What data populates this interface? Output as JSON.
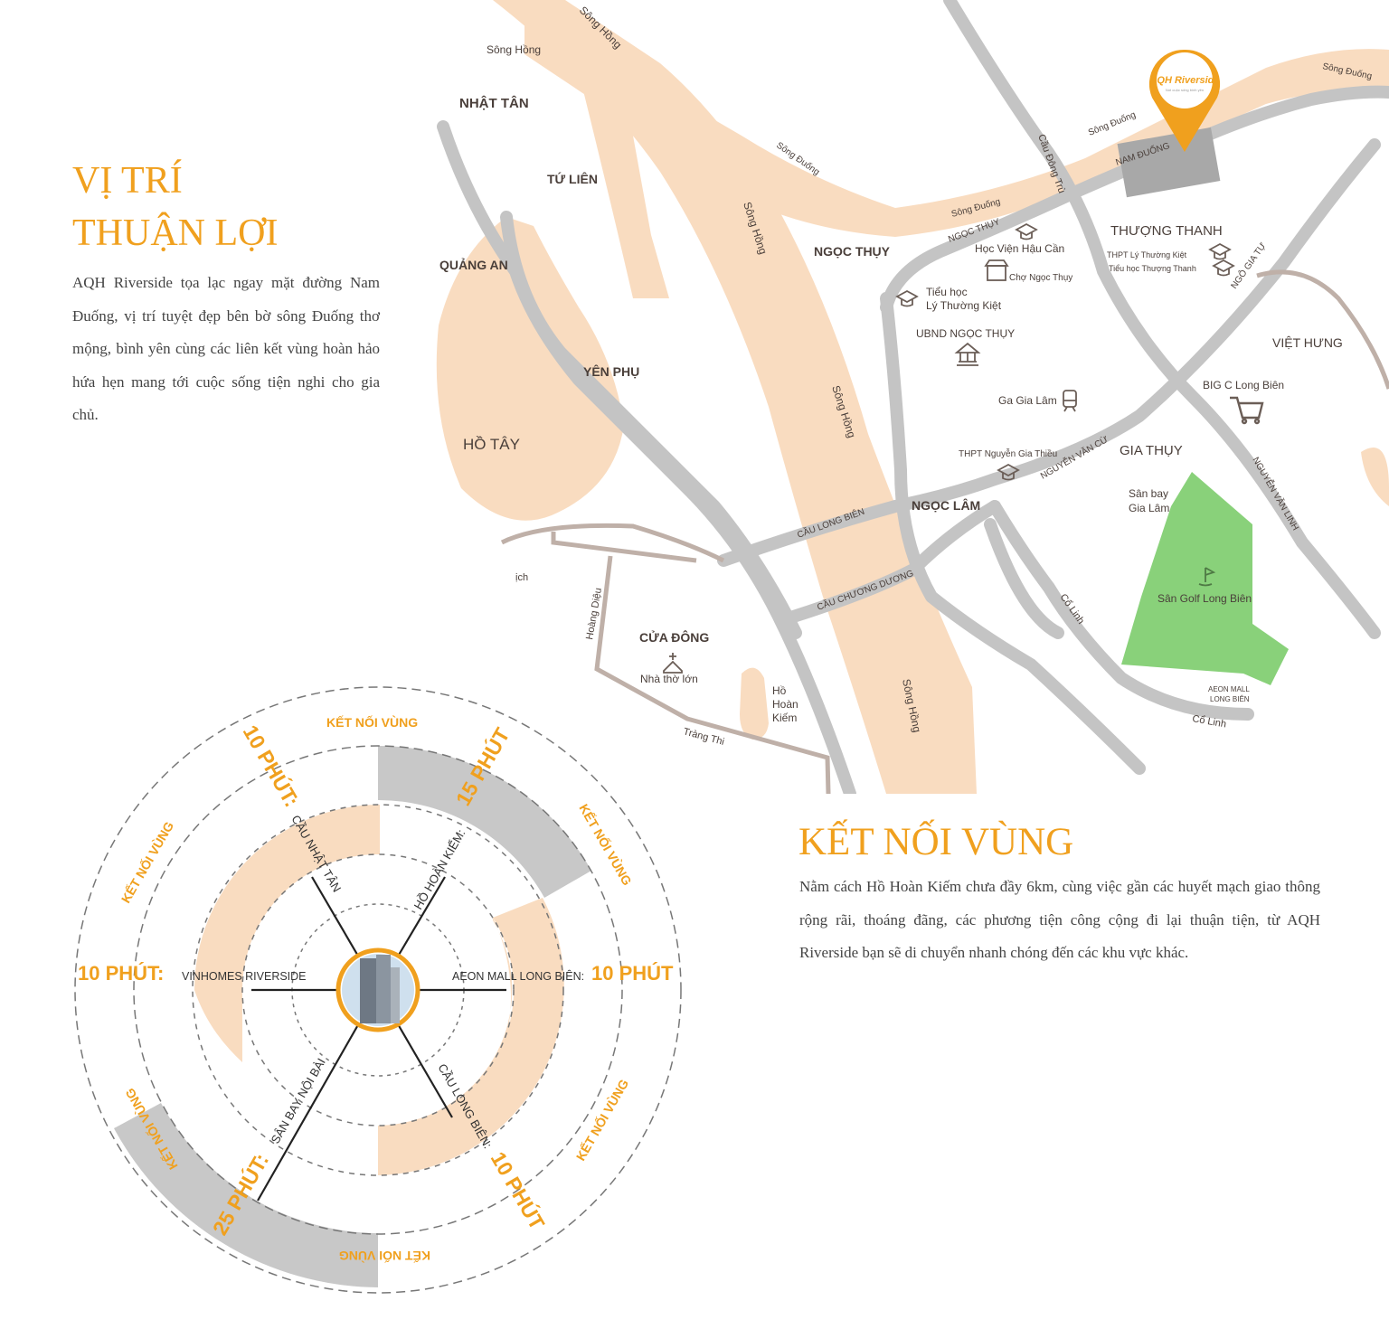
{
  "location": {
    "title_line1": "VỊ TRÍ",
    "title_line2": "THUẬN LỢI",
    "paragraph": "AQH Riverside tọa lạc ngay mặt đường Nam Đuống, vị trí tuyệt đẹp bên bờ sông Đuống thơ mộng, bình yên cùng các liên kết vùng hoàn hảo hứa hẹn mang tới cuộc sống tiện nghi cho gia chủ."
  },
  "connection": {
    "title": "KẾT NỐI VÙNG",
    "paragraph": "Nằm cách Hồ Hoàn Kiếm chưa đầy 6km, cùng việc gần các huyết mạch giao thông rộng rãi, thoáng đãng, các phương tiện công cộng đi lại thuận tiện, từ AQH Riverside bạn sẽ di chuyển nhanh chóng đến các khu vực khác."
  },
  "marker": {
    "brand": "AQH Riverside",
    "tagline": "Nơi cuộc sống bình yên"
  },
  "colors": {
    "accent": "#f0a01e",
    "river": "#f9dcc0",
    "road": "#c4c4c4",
    "golf": "#89d17a",
    "rail": "#bfb0a8"
  },
  "map": {
    "areas": {
      "nhat_tan": "NHẬT TÂN",
      "tu_lien": "TỨ LIÊN",
      "quang_an": "QUẢNG AN",
      "yen_phu": "YÊN PHỤ",
      "ho_tay": "HỒ TÂY",
      "cua_dong": "CỬA ĐÔNG",
      "ngoc_thuy": "NGỌC THỤY",
      "thuong_thanh": "THƯỢNG THANH",
      "viet_hung": "VIỆT HƯNG",
      "gia_thuy": "GIA THỤY",
      "ngoc_lam": "NGỌC LÂM"
    },
    "rivers": {
      "song_hong": "Sông Hồng",
      "song_duong": "Sông Đuống"
    },
    "roads": {
      "nam_duong": "NAM ĐUỐNG",
      "ngoc_thuy": "NGỌC THỤY",
      "cau_dong_tru": "Cầu Đông Trù",
      "ngo_gia_tu": "NGÔ GIA TỰ",
      "nguyen_van_cu": "NGUYỄN VĂN CỪ",
      "nguyen_van_linh": "NGUYỄN VĂN LINH",
      "cau_long_bien": "CẦU LONG BIÊN",
      "cau_chuong_duong": "CẦU CHƯƠNG DƯƠNG",
      "co_linh": "Cổ Linh",
      "hoang_dieu": "Hoàng Diệu",
      "trang_thi": "Tràng Thi",
      "ich": "ịch"
    },
    "pois": {
      "hv_hau_can": "Học Viện Hậu Cần",
      "cho_ngoc_thuy": "Chợ Ngọc Thụy",
      "th_ly_thuong_kiet_1": "Tiểu học",
      "th_ly_thuong_kiet_2": "Lý Thường Kiệt",
      "thpt_ly_thuong_kiet": "THPT Lý Thường Kiệt",
      "th_thuong_thanh": "Tiểu học Thượng Thanh",
      "ubnd": "UBND NGỌC THỤY",
      "ga_gia_lam": "Ga Gia Lâm",
      "big_c": "BIG C Long Biên",
      "thpt_ngt": "THPT Nguyễn Gia Thiều",
      "san_bay_1": "Sân bay",
      "san_bay_2": "Gia Lâm",
      "golf": "Sân Golf Long Biên",
      "aeon_1": "AEON MALL",
      "aeon_2": "LONG BIÊN",
      "nha_tho": "Nhà thờ lớn",
      "ho_hk_1": "Hồ",
      "ho_hk_2": "Hoàn",
      "ho_hk_3": "Kiếm"
    }
  },
  "radial": {
    "ring_label": "KẾT NỐI VÙNG",
    "destinations": [
      {
        "time": "10 PHÚT:",
        "place": "CẦU NHẬT TÂN"
      },
      {
        "time": "15 PHÚT",
        "place": "HỒ HOÀN KIẾM:"
      },
      {
        "time": "10 PHÚT:",
        "place": "VINHOMES RIVERSIDE"
      },
      {
        "time": "10 PHÚT",
        "place": "AEON MALL LONG BIÊN:"
      },
      {
        "time": "25 PHÚT:",
        "place": "SÂN BAY NỘI BÀI"
      },
      {
        "time": "10 PHÚT",
        "place": "CẦU LONG BIÊN:"
      }
    ]
  }
}
